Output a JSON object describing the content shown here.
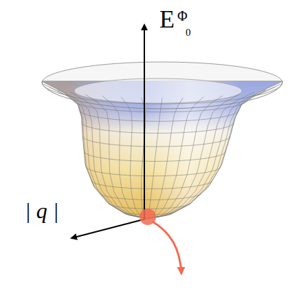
{
  "diagram": {
    "labels": [
      "E",
      "Φ",
      "0",
      "| q |"
    ]
  }
}
